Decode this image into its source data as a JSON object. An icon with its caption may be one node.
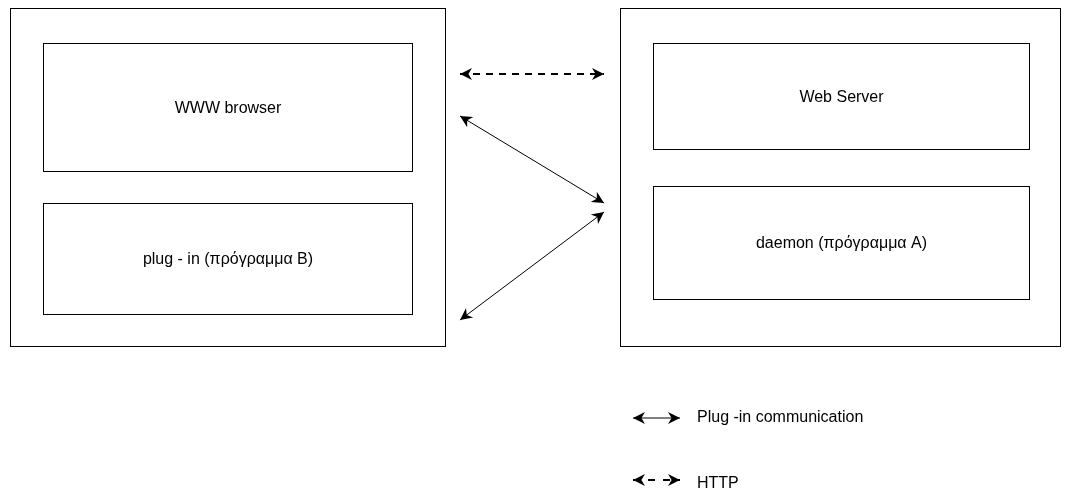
{
  "diagram": {
    "nodes": [
      {
        "text": [],
        "shape": "box"
      },
      {
        "text": [
          "WWW browser"
        ],
        "in": 0
      },
      {
        "text": [
          "plug - in (πρόγραμμα B)"
        ],
        "in": 0
      },
      {
        "text": [],
        "shape": "box"
      },
      {
        "text": [
          "Web Server"
        ],
        "in": 3
      },
      {
        "text": [
          "daemon (πρόγραμμα A)"
        ],
        "in": 3
      }
    ],
    "edges": [
      {
        "from": 0,
        "to": 3,
        "arrow": "both",
        "style": "dashed"
      },
      {
        "from": 0,
        "to": 3,
        "arrow": "both"
      },
      {
        "from": 0,
        "to": 3,
        "arrow": "both"
      }
    ],
    "legend": [
      {
        "text": "Plug -in communication"
      },
      {
        "text": "HTTP"
      }
    ]
  }
}
